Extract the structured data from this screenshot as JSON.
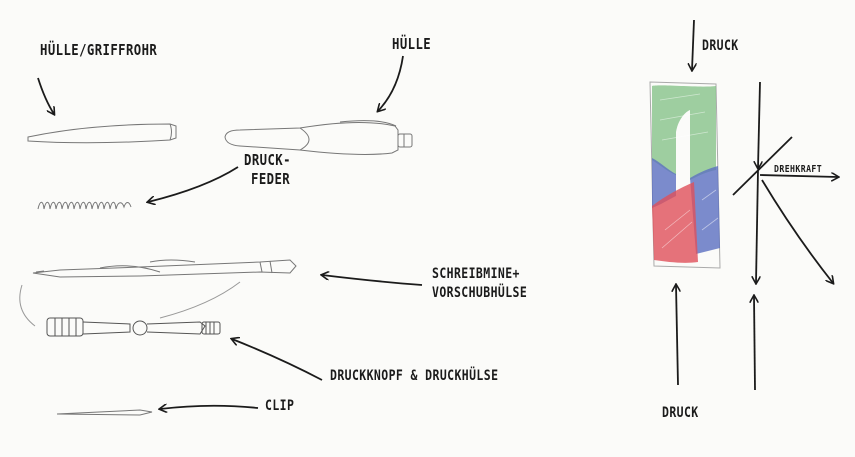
{
  "diagram": {
    "labels": {
      "huelle_griffrohr": "HÜLLE/GRIFFROHR",
      "huelle": "HÜLLE",
      "druckfeder_1": "DRUCK-",
      "druckfeder_2": "FEDER",
      "schreibmine_1": "SCHREIBMINE+",
      "schreibmine_2": "VORSCHUBHÜLSE",
      "druckknopf": "DRUCKKNOPF & DRUCKHÜLSE",
      "clip": "CLIP",
      "druck_top": "DRUCK",
      "druck_bottom": "DRUCK",
      "drehkraft": "DREHKRAFT"
    },
    "colors": {
      "ink": "#1b1b1b",
      "pencil": "#8a8a8a",
      "green": "#7fbf82",
      "blue": "#5b6fc0",
      "red": "#e0505a"
    }
  }
}
